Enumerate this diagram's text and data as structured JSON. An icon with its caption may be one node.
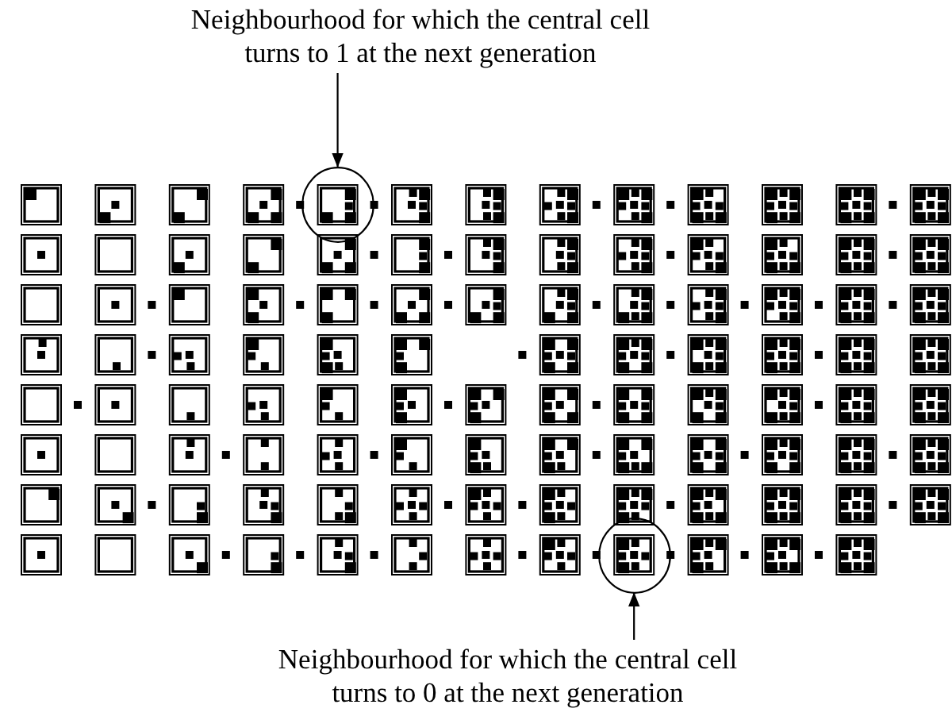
{
  "diagram": {
    "nodes": [
      {
        "text": [
          "Neighbourhood for which the central cell turns to 1 at the next generation"
        ]
      },
      {
        "text": [],
        "shape": "circle"
      },
      {
        "text": [],
        "shape": "circle"
      },
      {
        "text": [
          "Neighbourhood for which the central cell turns to 0 at the next generation"
        ]
      }
    ],
    "edges": [
      {
        "from": 0,
        "to": 1,
        "arrow": "to"
      },
      {
        "from": 3,
        "to": 2,
        "arrow": "to"
      }
    ]
  }
}
